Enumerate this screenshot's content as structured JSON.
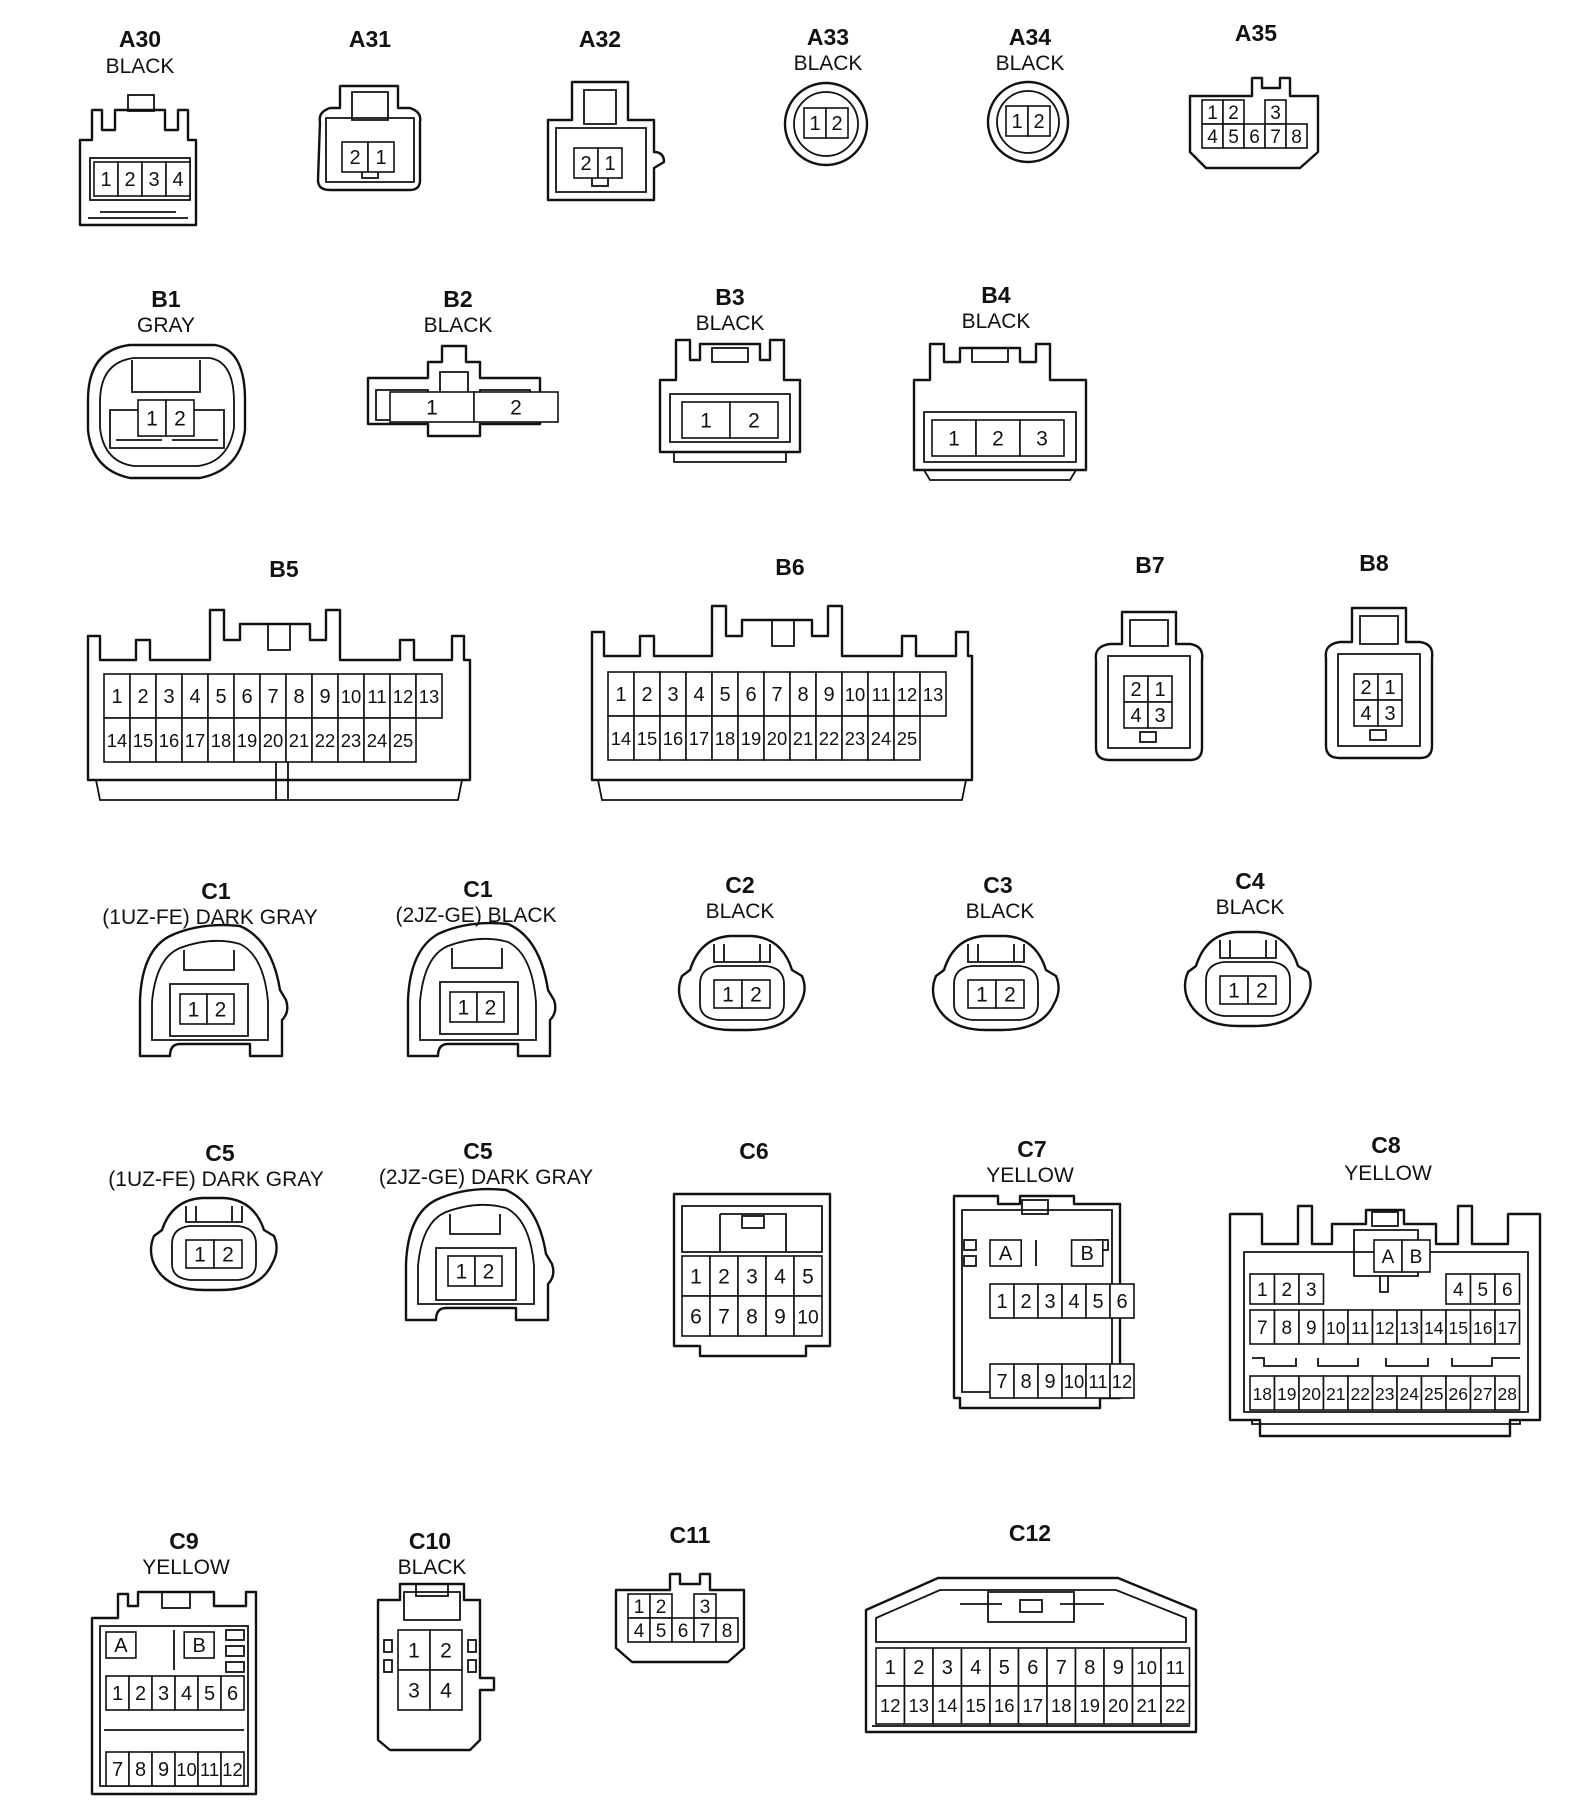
{
  "connectors": [
    {
      "id": "A30",
      "color": "BLACK",
      "pins": [
        [
          "1",
          "2",
          "3",
          "4"
        ]
      ]
    },
    {
      "id": "A31",
      "color": "",
      "pins": [
        [
          "2",
          "1"
        ]
      ]
    },
    {
      "id": "A32",
      "color": "",
      "pins": [
        [
          "2",
          "1"
        ]
      ]
    },
    {
      "id": "A33",
      "color": "BLACK",
      "pins": [
        [
          "1",
          "2"
        ]
      ]
    },
    {
      "id": "A34",
      "color": "BLACK",
      "pins": [
        [
          "1",
          "2"
        ]
      ]
    },
    {
      "id": "A35",
      "color": "",
      "pins": [
        [
          "1",
          "2",
          "",
          "3"
        ],
        [
          "4",
          "5",
          "6",
          "7",
          "8"
        ]
      ]
    },
    {
      "id": "B1",
      "color": "GRAY",
      "pins": [
        [
          "1",
          "2"
        ]
      ]
    },
    {
      "id": "B2",
      "color": "BLACK",
      "pins": [
        [
          "1",
          "2"
        ]
      ]
    },
    {
      "id": "B3",
      "color": "BLACK",
      "pins": [
        [
          "1",
          "2"
        ]
      ]
    },
    {
      "id": "B4",
      "color": "BLACK",
      "pins": [
        [
          "1",
          "2",
          "3"
        ]
      ]
    },
    {
      "id": "B5",
      "color": "",
      "pins": [
        [
          "1",
          "2",
          "3",
          "4",
          "5",
          "6",
          "7",
          "8",
          "9",
          "10",
          "11",
          "12",
          "13"
        ],
        [
          "14",
          "15",
          "16",
          "17",
          "18",
          "19",
          "20",
          "21",
          "22",
          "23",
          "24",
          "25"
        ]
      ]
    },
    {
      "id": "B6",
      "color": "",
      "pins": [
        [
          "1",
          "2",
          "3",
          "4",
          "5",
          "6",
          "7",
          "8",
          "9",
          "10",
          "11",
          "12",
          "13"
        ],
        [
          "14",
          "15",
          "16",
          "17",
          "18",
          "19",
          "20",
          "21",
          "22",
          "23",
          "24",
          "25"
        ]
      ]
    },
    {
      "id": "B7",
      "color": "",
      "pins": [
        [
          "2",
          "1"
        ],
        [
          "4",
          "3"
        ]
      ]
    },
    {
      "id": "B8",
      "color": "",
      "pins": [
        [
          "2",
          "1"
        ],
        [
          "4",
          "3"
        ]
      ]
    },
    {
      "id": "C1",
      "color": "(1UZ-FE)  DARK GRAY",
      "pins": [
        [
          "1",
          "2"
        ]
      ]
    },
    {
      "id": "C1",
      "color": "(2JZ-GE)  BLACK",
      "pins": [
        [
          "1",
          "2"
        ]
      ]
    },
    {
      "id": "C2",
      "color": "BLACK",
      "pins": [
        [
          "1",
          "2"
        ]
      ]
    },
    {
      "id": "C3",
      "color": "BLACK",
      "pins": [
        [
          "1",
          "2"
        ]
      ]
    },
    {
      "id": "C4",
      "color": "BLACK",
      "pins": [
        [
          "1",
          "2"
        ]
      ]
    },
    {
      "id": "C5",
      "color": "(1UZ-FE)  DARK GRAY",
      "pins": [
        [
          "1",
          "2"
        ]
      ]
    },
    {
      "id": "C5",
      "color": "(2JZ-GE)  DARK GRAY",
      "pins": [
        [
          "1",
          "2"
        ]
      ]
    },
    {
      "id": "C6",
      "color": "",
      "pins": [
        [
          "1",
          "2",
          "3",
          "4",
          "5"
        ],
        [
          "6",
          "7",
          "8",
          "9",
          "10"
        ]
      ]
    },
    {
      "id": "C7",
      "color": "YELLOW",
      "pins": [
        [
          "A",
          "B"
        ],
        [
          "1",
          "2",
          "3",
          "4",
          "5",
          "6"
        ],
        [
          "7",
          "8",
          "9",
          "10",
          "11",
          "12"
        ]
      ]
    },
    {
      "id": "C8",
      "color": "YELLOW",
      "pins": [
        [
          "A",
          "B"
        ],
        [
          "1",
          "2",
          "3",
          "4",
          "5",
          "6"
        ],
        [
          "7",
          "8",
          "9",
          "10",
          "11",
          "12",
          "13",
          "14",
          "15",
          "16",
          "17"
        ],
        [
          "18",
          "19",
          "20",
          "21",
          "22",
          "23",
          "24",
          "25",
          "26",
          "27",
          "28"
        ]
      ]
    },
    {
      "id": "C9",
      "color": "YELLOW",
      "pins": [
        [
          "A",
          "B"
        ],
        [
          "1",
          "2",
          "3",
          "4",
          "5",
          "6"
        ],
        [
          "7",
          "8",
          "9",
          "10",
          "11",
          "12"
        ]
      ]
    },
    {
      "id": "C10",
      "color": "BLACK",
      "pins": [
        [
          "1",
          "2"
        ],
        [
          "3",
          "4"
        ]
      ]
    },
    {
      "id": "C11",
      "color": "",
      "pins": [
        [
          "1",
          "2",
          "",
          "3"
        ],
        [
          "4",
          "5",
          "6",
          "7",
          "8"
        ]
      ]
    },
    {
      "id": "C12",
      "color": "",
      "pins": [
        [
          "1",
          "2",
          "3",
          "4",
          "5",
          "6",
          "7",
          "8",
          "9",
          "10",
          "11"
        ],
        [
          "12",
          "13",
          "14",
          "15",
          "16",
          "17",
          "18",
          "19",
          "20",
          "21",
          "22"
        ]
      ]
    }
  ]
}
